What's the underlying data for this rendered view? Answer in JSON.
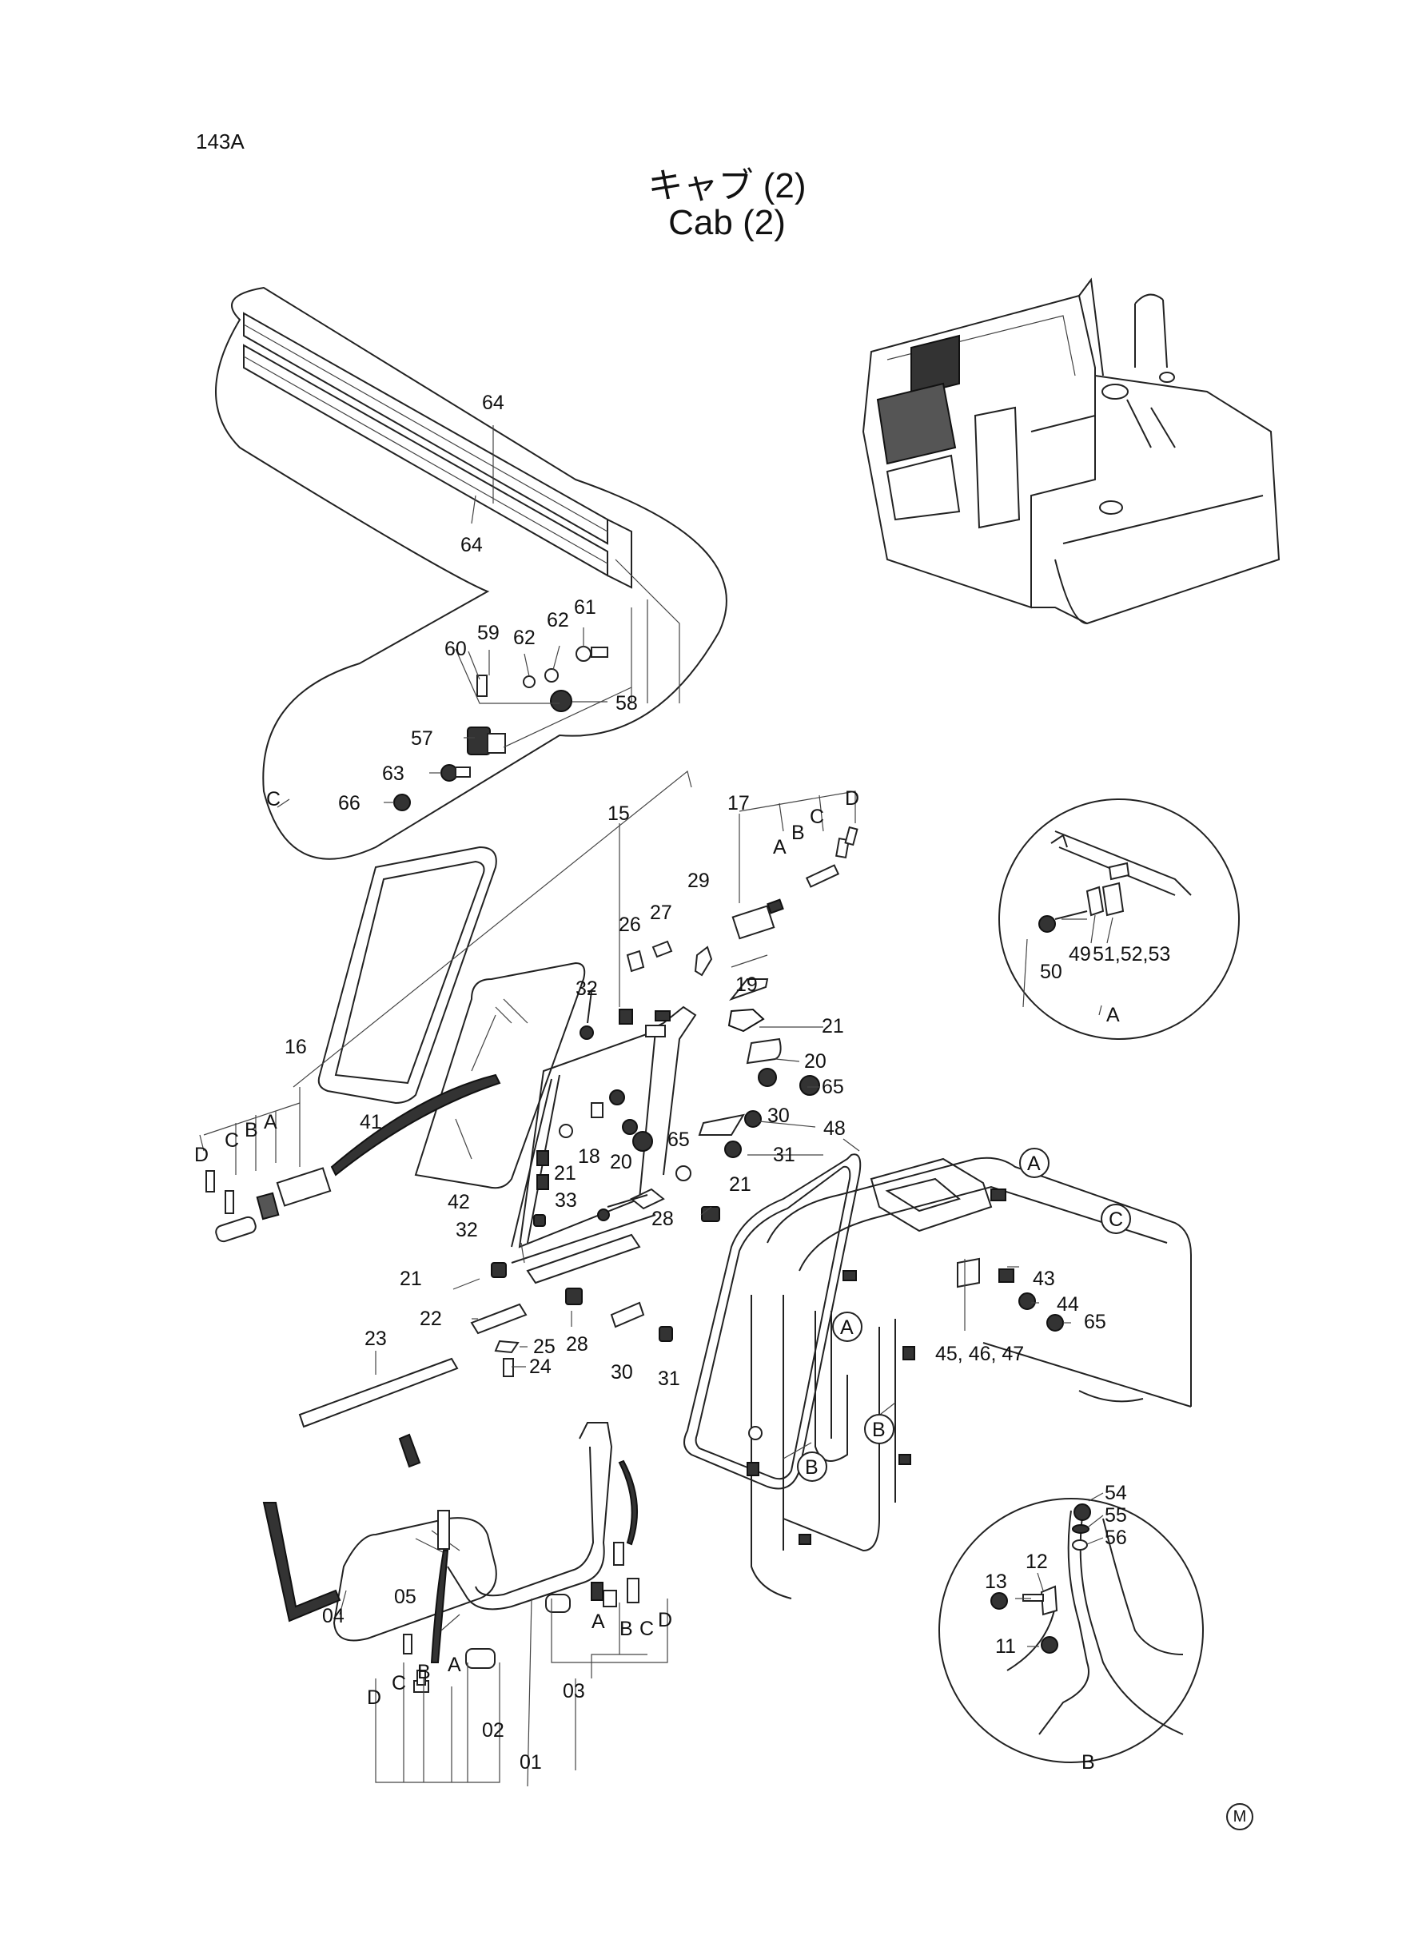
{
  "page": {
    "page_id": "143A",
    "title_jp": "キャブ (2)",
    "title_en": "Cab (2)",
    "corner_mark": "M"
  },
  "detail_views": {
    "A": "A",
    "B": "B",
    "C": "C"
  },
  "callouts": [
    "64",
    "64",
    "60",
    "59",
    "62",
    "62",
    "61",
    "58",
    "57",
    "63",
    "66",
    "15",
    "17",
    "D",
    "C",
    "B",
    "A",
    "29",
    "27",
    "26",
    "32",
    "19",
    "21",
    "20",
    "65",
    "30",
    "31",
    "16",
    "D",
    "C",
    "B",
    "A",
    "41",
    "42",
    "18",
    "21",
    "20",
    "65",
    "33",
    "21",
    "28",
    "32",
    "21",
    "22",
    "23",
    "25",
    "24",
    "28",
    "30",
    "31",
    "48",
    "04",
    "05",
    "D",
    "C",
    "B",
    "A",
    "02",
    "01",
    "A",
    "B",
    "C",
    "D",
    "03",
    "50",
    "49",
    "51,52,53",
    "A",
    "A",
    "C",
    "A",
    "43",
    "44",
    "65",
    "45, 46, 47",
    "B",
    "B",
    "54",
    "55",
    "56",
    "12",
    "13",
    "11",
    "B"
  ]
}
